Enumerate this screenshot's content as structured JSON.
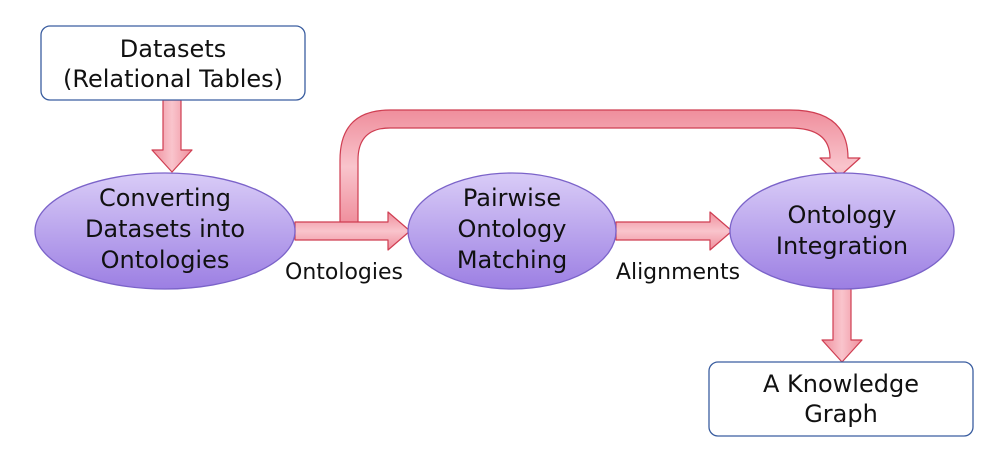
{
  "nodes": {
    "datasets": {
      "line1": "Datasets",
      "line2": "(Relational Tables)"
    },
    "converting": {
      "line1": "Converting",
      "line2": "Datasets into",
      "line3": "Ontologies"
    },
    "matching": {
      "line1": "Pairwise",
      "line2": "Ontology",
      "line3": "Matching"
    },
    "integration": {
      "line1": "Ontology",
      "line2": "Integration"
    },
    "knowledge_graph": {
      "line1": "A Knowledge",
      "line2": "Graph"
    }
  },
  "edges": {
    "ontologies_label": "Ontologies",
    "alignments_label": "Alignments"
  },
  "colors": {
    "box_border": "#3b5ea0",
    "ellipse_top": "#d9ccf7",
    "ellipse_bottom": "#9c7fe3",
    "ellipse_border": "#7b63c9",
    "arrow_fill_light": "#f9c4cc",
    "arrow_fill_dark": "#ef8e9c",
    "arrow_border": "#cf3e52"
  }
}
